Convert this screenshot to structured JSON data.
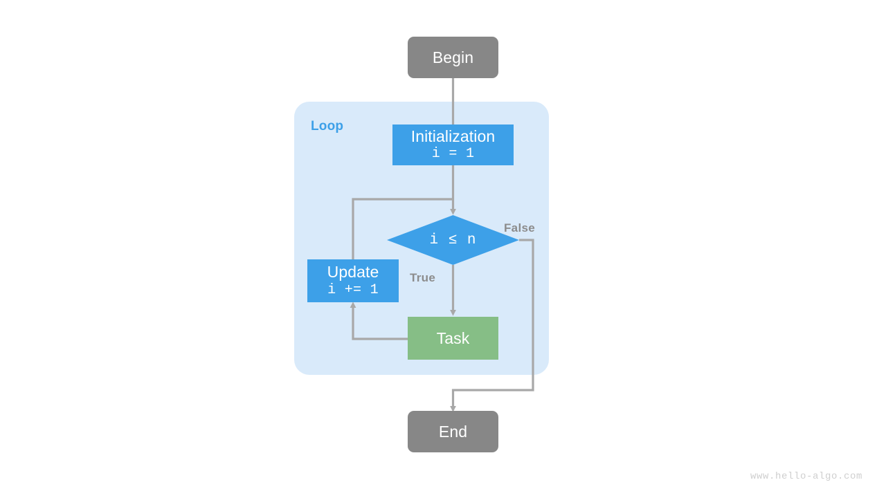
{
  "diagram": {
    "title": "for-loop-flowchart",
    "colors": {
      "terminal": "#878787",
      "process": "#3da0e8",
      "action": "#86be86",
      "loop_container": "#d9eafa",
      "loop_title": "#3da0e8",
      "edge": "#a8a8a8",
      "edge_label": "#8c8c8c",
      "node_text": "#ffffff",
      "watermark": "#cfcfcf"
    },
    "loop": {
      "title": "Loop"
    },
    "nodes": {
      "begin": {
        "label": "Begin"
      },
      "initialization": {
        "label": "Initialization",
        "expression": "i = 1"
      },
      "condition": {
        "label": "i ≤ n"
      },
      "update": {
        "label": "Update",
        "expression": "i += 1"
      },
      "task": {
        "label": "Task"
      },
      "end": {
        "label": "End"
      }
    },
    "edge_labels": {
      "true": "True",
      "false": "False"
    },
    "watermark": "www.hello-algo.com"
  }
}
